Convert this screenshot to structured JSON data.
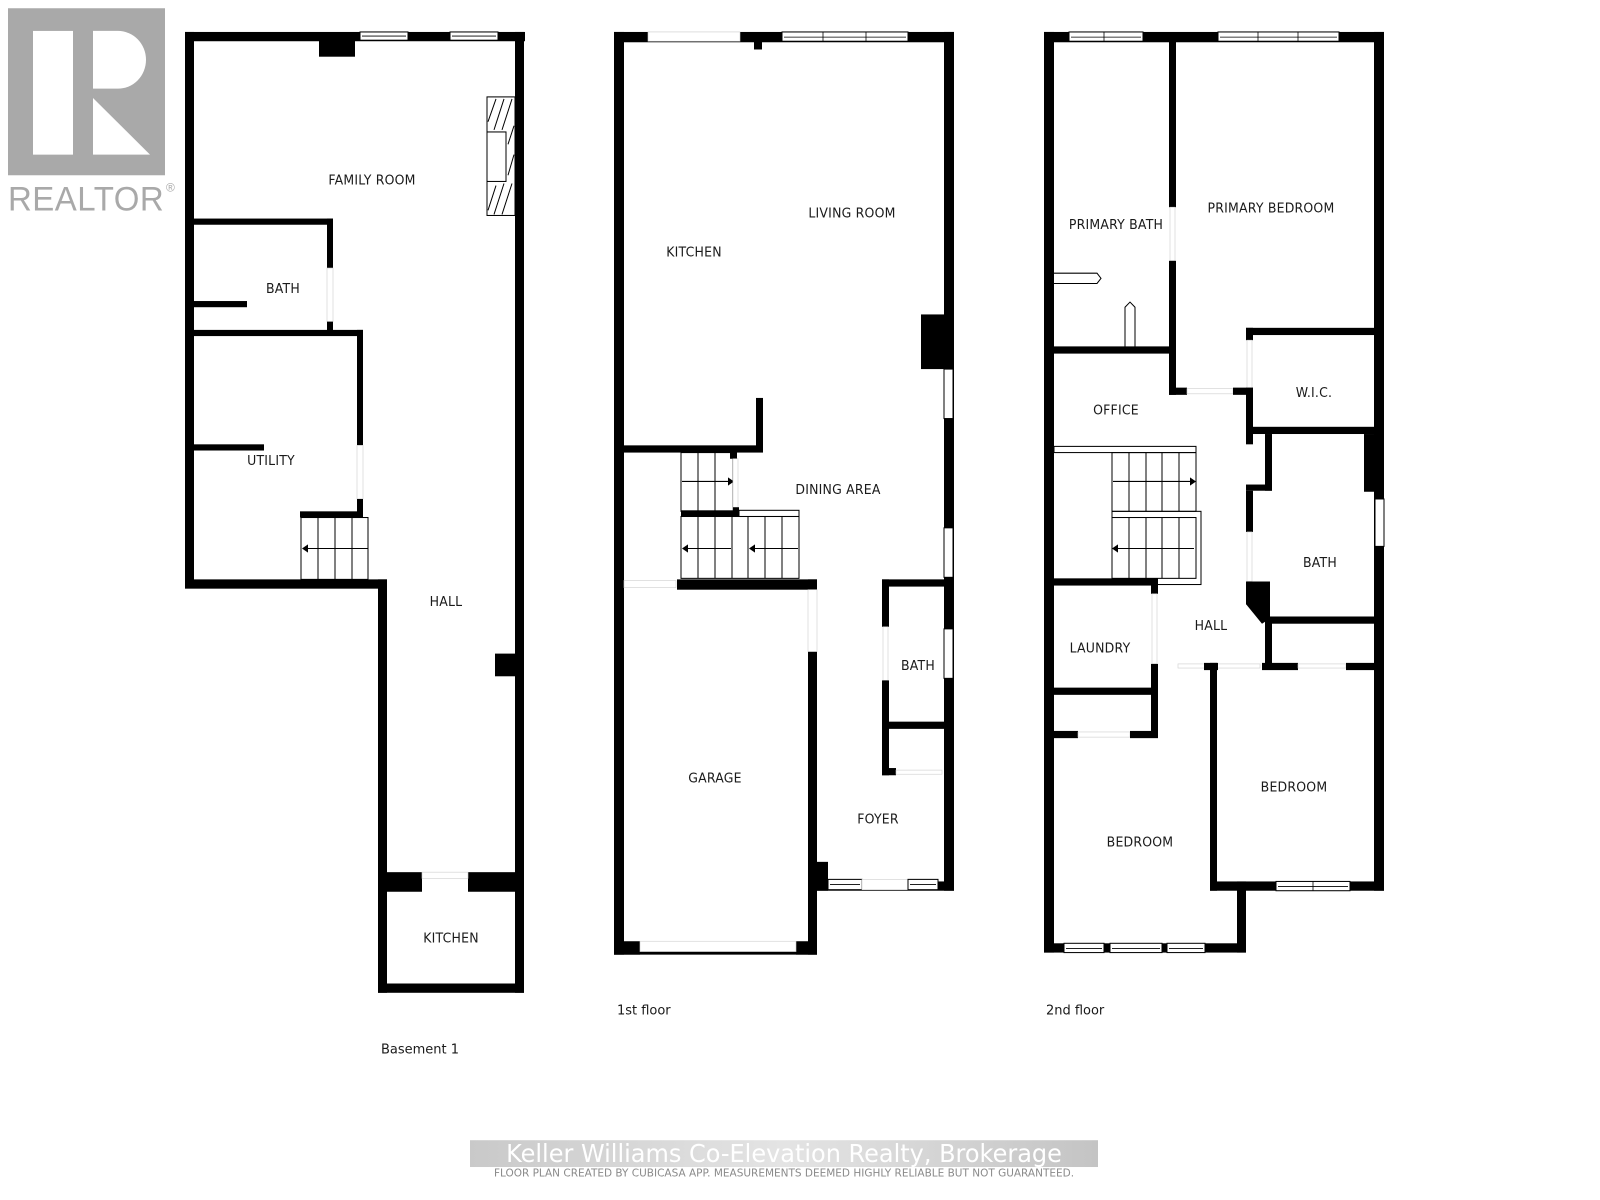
{
  "logo": {
    "wordmark": "REALTOR",
    "registered": "®",
    "color": "#a9a9a9"
  },
  "floors": {
    "basement": {
      "label": "Basement 1",
      "rooms": {
        "family_room": "FAMILY ROOM",
        "bath": "BATH",
        "utility": "UTILITY",
        "hall": "HALL",
        "kitchen": "KITCHEN"
      }
    },
    "first": {
      "label": "1st floor",
      "rooms": {
        "kitchen": "KITCHEN",
        "living_room": "LIVING ROOM",
        "dining_area": "DINING AREA",
        "bath": "BATH",
        "garage": "GARAGE",
        "foyer": "FOYER"
      }
    },
    "second": {
      "label": "2nd floor",
      "rooms": {
        "primary_bath": "PRIMARY BATH",
        "primary_bedroom": "PRIMARY BEDROOM",
        "office": "OFFICE",
        "wic": "W.I.C.",
        "bath": "BATH",
        "hall": "HALL",
        "laundry": "LAUNDRY",
        "bedroom_left": "BEDROOM",
        "bedroom_right": "BEDROOM"
      }
    }
  },
  "footer": {
    "brokerage": "Keller Williams Co-Elevation Realty, Brokerage",
    "disclaimer": "FLOOR PLAN CREATED BY CUBICASA APP. MEASUREMENTS DEEMED HIGHLY RELIABLE BUT NOT GUARANTEED."
  },
  "colors": {
    "wall": "#000000",
    "background": "#ffffff",
    "logo_gray": "#a9a9a9",
    "label_text": "#1a1a1a"
  }
}
